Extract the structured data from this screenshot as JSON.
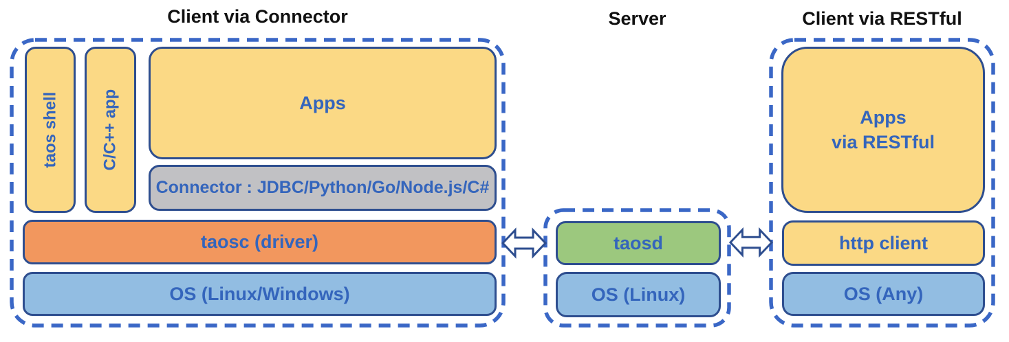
{
  "diagram": {
    "client_connector": {
      "title": "Client via Connector",
      "taos_shell": "taos shell",
      "cpp_app": "C/C++ app",
      "apps": "Apps",
      "connector": "Connector : JDBC/Python/Go/Node.js/C#",
      "taosc": "taosc (driver)",
      "os": "OS (Linux/Windows)"
    },
    "server": {
      "title": "Server",
      "taosd": "taosd",
      "os": "OS (Linux)"
    },
    "client_restful": {
      "title": "Client via RESTful",
      "apps_line1": "Apps",
      "apps_line2": "via RESTful",
      "http_client": "http client",
      "os": "OS (Any)"
    },
    "colors": {
      "app_yellow": "#FBD985",
      "driver_orange": "#F2975E",
      "os_blue": "#92BDE2",
      "server_green": "#9CC87E",
      "connector_gray": "#C1C1C4",
      "dashed_border_blue": "#3A67C6",
      "box_border_navy": "#2E4E8F",
      "label_blue": "#3465BC",
      "title_black": "#111111"
    }
  }
}
